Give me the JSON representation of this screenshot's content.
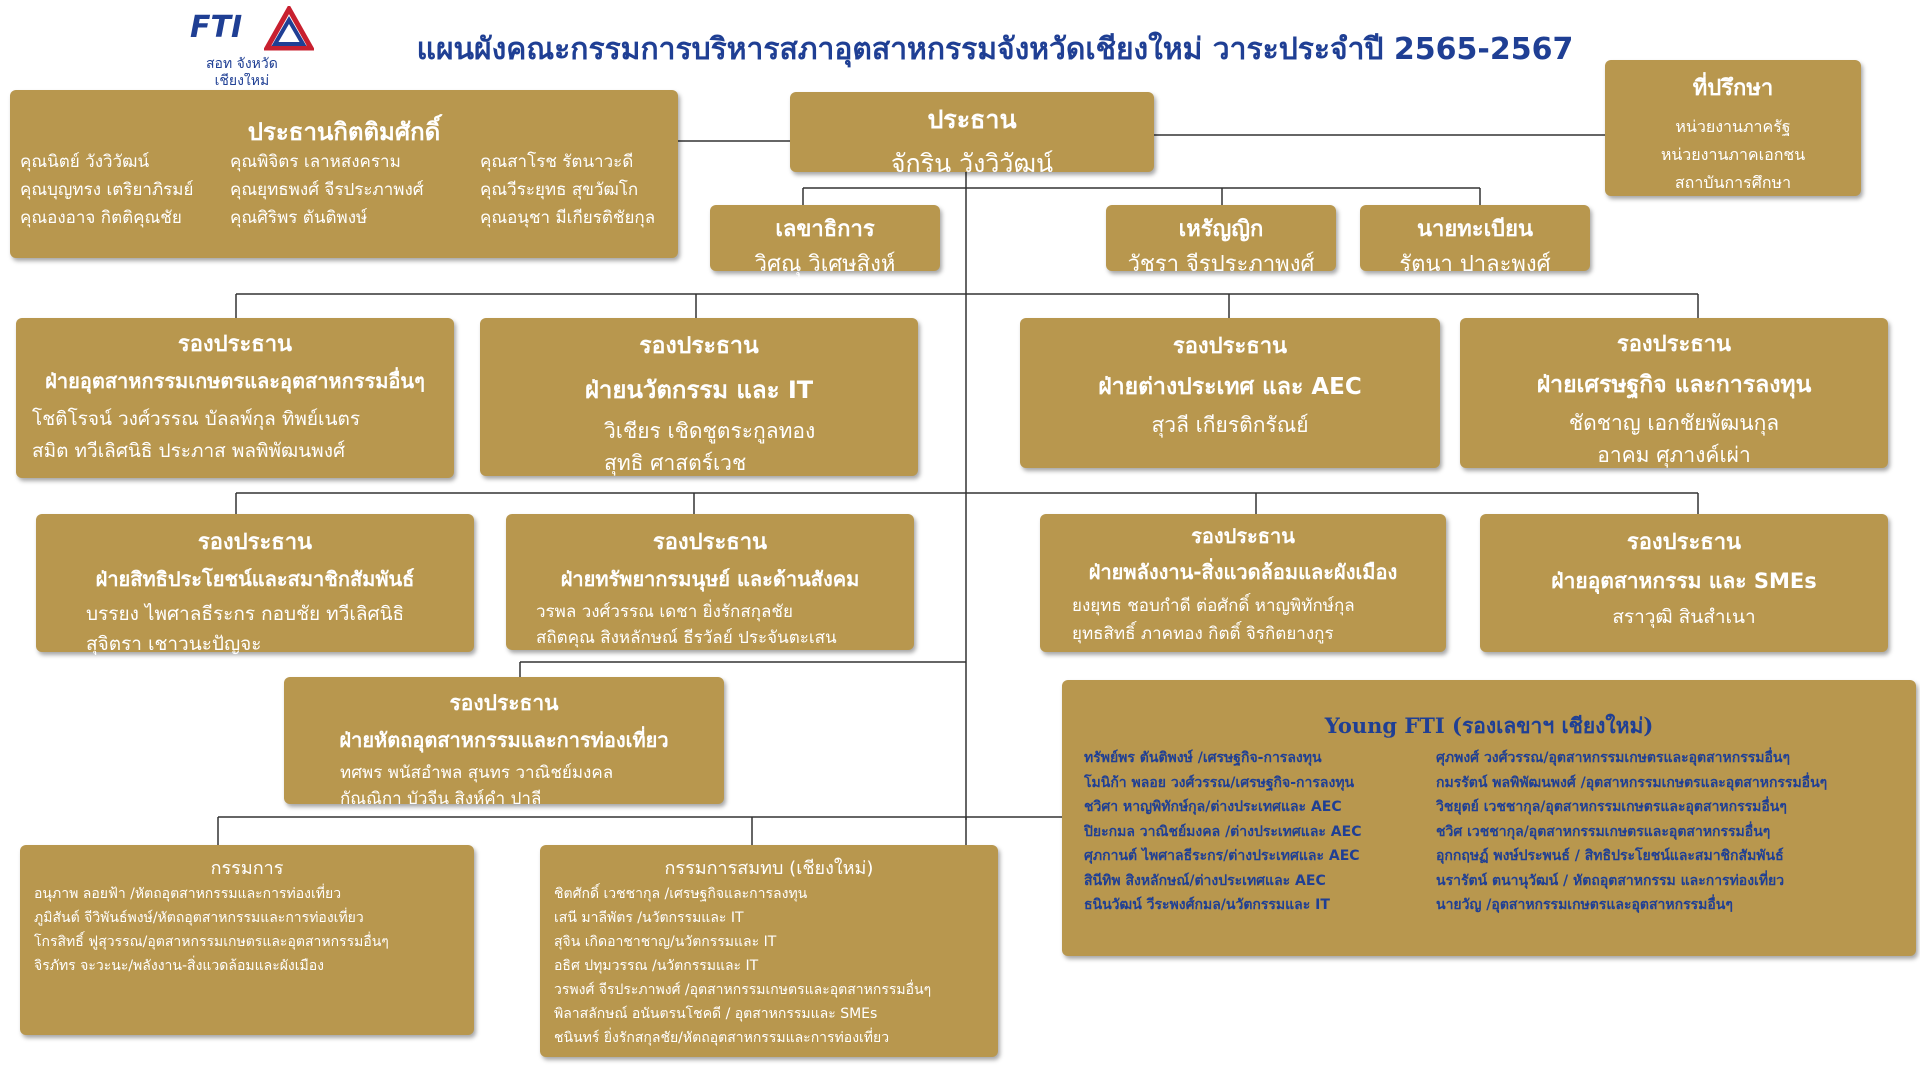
{
  "title": "แผนผังคณะกรรมการบริหารสภาอุตสาหกรรมจังหวัดเชียงใหม่ วาระประจำปี 2565-2567",
  "logo": {
    "brand": "FTI",
    "line1": "สอท จังหวัด",
    "line2": "เชียงใหม่"
  },
  "honorary": {
    "title": "ประธานกิตติมศักดิ์",
    "col1": [
      "คุณนิตย์ วังวิวัฒน์",
      "คุณบุญทรง เตริยาภิรมย์",
      "คุณองอาจ กิตติคุณชัย"
    ],
    "col2": [
      "คุณพิจิตร เลาหสงคราม",
      "คุณยุทธพงศ์ จีรประภาพงศ์",
      "คุณศิริพร ตันติพงษ์"
    ],
    "col3": [
      "คุณสาโรช รัตนาวะดี",
      "คุณวีระยุทธ สุขวัฒโก",
      "คุณอนุชา มีเกียรติชัยกุล"
    ]
  },
  "president": {
    "title": "ประธาน",
    "name": "จักริน วังวิวัฒน์"
  },
  "advisor": {
    "title": "ที่ปรึกษา",
    "items": [
      "หน่วยงานภาครัฐ",
      "หน่วยงานภาคเอกชน",
      "สถาบันการศึกษา"
    ]
  },
  "secretary": {
    "title": "เลขาธิการ",
    "name": "วิศณุ วิเศษสิงห์"
  },
  "treasurer": {
    "title": "เหรัญญิก",
    "name": "วัชรา  จีรประภาพงศ์"
  },
  "registrar": {
    "title": "นายทะเบียน",
    "name": "รัตนา ปาละพงศ์"
  },
  "vp1": {
    "title": "รองประธาน",
    "dept": "ฝ่ายอุตสาหกรรมเกษตรและอุตสาหกรรมอื่นๆ",
    "lines": [
      "โชติโรจน์  วงศ์วรรณ    บัลลพ์กุล  ทิพย์เนตร",
      "สมิต      ทวีเลิศนิธิ       ประภาส  พลพิพัฒนพงศ์"
    ]
  },
  "vp2": {
    "title": "รองประธาน",
    "dept": "ฝ่ายนวัตกรรม และ IT",
    "lines": [
      "วิเชียร เชิดชูตระกูลทอง",
      "สุทธิ    ศาสตร์เวช"
    ]
  },
  "vp3": {
    "title": "รองประธาน",
    "dept": "ฝ่ายต่างประเทศ และ AEC",
    "lines": [
      "สุวลี       เกียรติกรัณย์"
    ]
  },
  "vp4": {
    "title": "รองประธาน",
    "dept": "ฝ่ายเศรษฐกิจ และการลงทุน",
    "lines": [
      "ชัดชาญ   เอกชัยพัฒนกุล",
      "อาคม      ศุภางค์เผ่า"
    ]
  },
  "vp5": {
    "title": "รองประธาน",
    "dept": "ฝ่ายสิทธิประโยชน์และสมาชิกสัมพันธ์",
    "lines": [
      "บรรยง ไพศาลธีระกร        กอบชัย  ทวีเลิศนิธิ",
      "สุจิตรา เชาวนะปัญจะ"
    ]
  },
  "vp6": {
    "title": "รองประธาน",
    "dept": "ฝ่ายทรัพยากรมนุษย์ และด้านสังคม",
    "lines": [
      "วรพล วงศ์วรรณ        เดชา ยิ่งรักสกุลชัย",
      "สถิตคุณ สิงหลักษณ์    ธีรวัลย์ ประจันตะเสน"
    ]
  },
  "vp7": {
    "title": "รองประธาน",
    "dept": "ฝ่ายพลังงาน-สิ่งแวดล้อมและผังเมือง",
    "lines": [
      "ยงยุทธ ชอบกำดี        ต่อศักดิ์ หาญพิทักษ์กุล",
      "ยุทธสิทธิ์ ภาคทอง       กิตติ์ จิรกิตยางกูร"
    ]
  },
  "vp8": {
    "title": "รองประธาน",
    "dept": "ฝ่ายอุตสาหกรรม และ SMEs",
    "lines": [
      "สราวุฒิ สินสำเนา"
    ]
  },
  "vp9": {
    "title": "รองประธาน",
    "dept": "ฝ่ายหัตถอุตสาหกรรมและการท่องเที่ยว",
    "lines": [
      "ทศพร พนัสอำพล          สุนทร วาณิชย์มงคล",
      "กัณณิกา บัวจีน             สิงห์คำ   ปาลี"
    ]
  },
  "committee": {
    "title": "กรรมการ",
    "items": [
      "อนุภาพ ลอยฟ้า /หัตถอุตสาหกรรมและการท่องเที่ยว",
      "ภูมิสันต์ จีวิพันธ์พงษ์/หัตถอุตสาหกรรมและการท่องเที่ยว",
      "โกรสิทธิ์ ฟูสุวรรณ/อุตสาหกรรมเกษตรและอุตสาหกรรมอื่นๆ",
      "จิรภัทร จะวะนะ/พลังงาน-สิ่งแวดล้อมและผังเมือง"
    ]
  },
  "associate": {
    "title": "กรรมการสมทบ (เชียงใหม่)",
    "items": [
      "ชิตศักดิ์    เวชชากุล /เศรษฐกิจและการลงทุน",
      "เสนี มาลีพัตร /นวัตกรรมและ IT",
      "สุจิน เกิดอาชาชาญ/นวัตกรรมและ IT",
      "อธิศ ปทุมวรรณ /นวัตกรรมและ IT",
      "วรพงศ์ จีรประภาพงศ์ /อุตสาหกรรมเกษตรและอุตสาหกรรมอื่นๆ",
      "พิลาสลักษณ์ อนันตรนโชคดี / อุตสาหกรรมและ SMEs",
      "ชนินทร์ ยิ่งรักสกุลชัย/หัตถอุตสาหกรรมและการท่องเที่ยว"
    ]
  },
  "young": {
    "title": "Young FTI (รองเลขาฯ เชียงใหม่)",
    "left": [
      "ทรัพย์พร ตันติพงษ์ /เศรษฐกิจ-การลงทุน",
      "โมนิก้า พลอย วงศ์วรรณ/เศรษฐกิจ-การลงทุน",
      "ชวิศา หาญพิทักษ์กุล/ต่างประเทศและ AEC",
      "ปิยะกมล วาณิชย์มงคล /ต่างประเทศและ AEC",
      "ศุภกานต์ ไพศาลธีระกร/ต่างประเทศและ AEC",
      "สินีทิพ สิงหลักษณ์/ต่างประเทศและ AEC",
      "ธนินวัฒน์ วีระพงศ์กมล/นวัตกรรมและ IT"
    ],
    "right": [
      "ศุภพงศ์ วงศ์วรรณ/อุตสาหกรรมเกษตรและอุตสาหกรรมอื่นๆ",
      "กมรรัตน์ พลพิพัฒนพงศ์ /อุตสาหกรรมเกษตรและอุตสาหกรรมอื่นๆ",
      "วิชยุตย์ เวชชากุล/อุตสาหกรรมเกษตรและอุตสาหกรรมอื่นๆ",
      "ชวิศ เวชชากุล/อุตสาหกรรมเกษตรและอุตสาหกรรมอื่นๆ",
      "อุกกฤษฏ์ พงษ์ประพนธ์ / สิทธิประโยชน์และสมาชิกสัมพันธ์",
      "นรารัตน์  ตนานุวัฒน์ / หัตถอุตสาหกรรม และการท่องเที่ยว",
      "นายวัญ /อุตสาหกรรมเกษตรและอุตสาหกรรมอื่นๆ"
    ]
  },
  "colors": {
    "box": "#b8974e",
    "title_blue": "#1f3f94",
    "line": "#333333"
  }
}
